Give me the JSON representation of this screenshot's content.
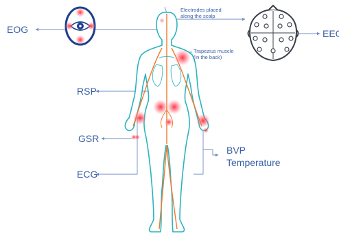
{
  "labels": {
    "eog": "EOG",
    "eeg": "EEG",
    "rsp": "RSP",
    "gsr": "GSR",
    "ecg": "ECG",
    "bvp_line1": "BVP",
    "bvp_line2": "Temperature",
    "electrodes_line1": "Electrodes placed",
    "electrodes_line2": "along the scalp",
    "trapezius_line1": "Trapezius muscle",
    "trapezius_line2": "(in the back)"
  },
  "colors": {
    "label_text": "#3a5fa8",
    "leader_line": "#6f8cc9",
    "body_outline": "#2bb3bf",
    "nerve_lines": "#f07a2a",
    "sensor_glow": "#ff4d5e",
    "eye_frame": "#1d3f8f",
    "head_outline": "#3a3f4a"
  },
  "icons": [
    "eye-icon",
    "head-electrode-icon",
    "human-body-icon"
  ]
}
